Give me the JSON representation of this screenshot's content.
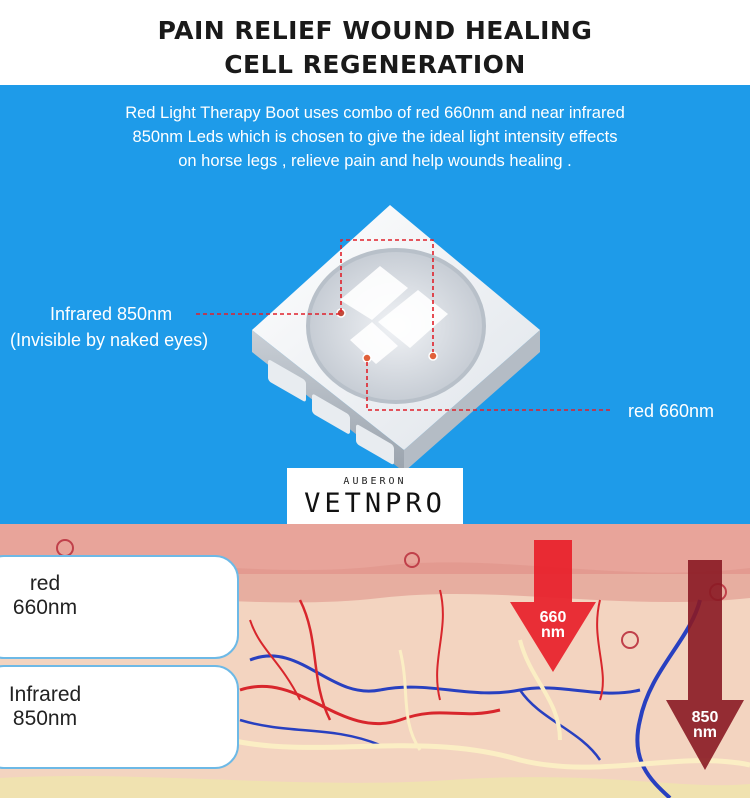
{
  "header": {
    "line1": "PAIN RELIEF WOUND HEALING",
    "line2": "CELL REGENERATION"
  },
  "description": [
    "Red Light Therapy Boot uses combo of red 660nm and near infrared",
    "850nm Leds which is chosen to give the ideal light intensity effects",
    "on horse legs , relieve pain and help wounds healing ."
  ],
  "led_labels": {
    "infrared": "Infrared 850nm",
    "invisible": "(Invisible by naked eyes)",
    "red": "red 660nm"
  },
  "logo": {
    "brand_small": "AUBERON",
    "brand_big": "VETNPRO"
  },
  "cards": [
    {
      "line1": "red",
      "line2": "660nm",
      "led_color": "#d11a3c"
    },
    {
      "line1": "Infrared",
      "line2": "850nm",
      "led_color": "#444444"
    }
  ],
  "arrows": [
    {
      "line1": "660",
      "line2": "nm",
      "color": "#e8202a"
    },
    {
      "line1": "850",
      "line2": "nm",
      "color": "#8a1a24"
    }
  ],
  "colors": {
    "background": "#1e9be9",
    "skin": "#f3d4c0",
    "vein": "#2840c0",
    "artery": "#d8262c"
  }
}
